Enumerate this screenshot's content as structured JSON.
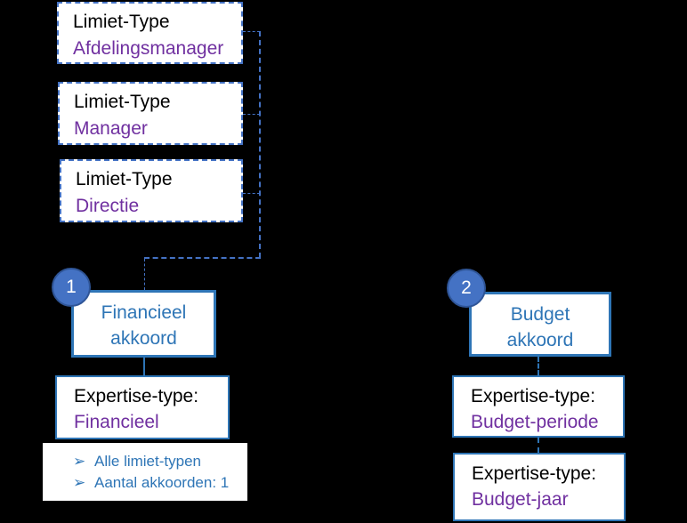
{
  "palette": {
    "background": "#000000",
    "box_fill": "#ffffff",
    "dashed_border_blue": "#4472c4",
    "solid_border_blue": "#2e75b6",
    "accent_text_blue": "#2e75b6",
    "value_text_purple": "#7030a0",
    "label_text_black": "#000000",
    "badge_fill": "#4472c4",
    "badge_border": "#2f5597",
    "badge_text": "#ffffff"
  },
  "limit_types": [
    {
      "label": "Limiet-Type",
      "value": "Afdelingsmanager"
    },
    {
      "label": "Limiet-Type",
      "value": "Manager"
    },
    {
      "label": "Limiet-Type",
      "value": "Directie"
    }
  ],
  "approvals": [
    {
      "badge": "1",
      "title_lines": [
        "Financieel",
        "akkoord"
      ],
      "expertise": [
        {
          "label": "Expertise-type:",
          "value": "Financieel"
        }
      ]
    },
    {
      "badge": "2",
      "title_lines": [
        "Budget",
        "akkoord"
      ],
      "expertise": [
        {
          "label": "Expertise-type:",
          "value": "Budget-periode"
        },
        {
          "label": "Expertise-type:",
          "value": "Budget-jaar"
        }
      ]
    }
  ],
  "notes": {
    "bullet": "➢",
    "items": [
      "Alle limiet-typen",
      "Aantal akkoorden: 1"
    ]
  }
}
